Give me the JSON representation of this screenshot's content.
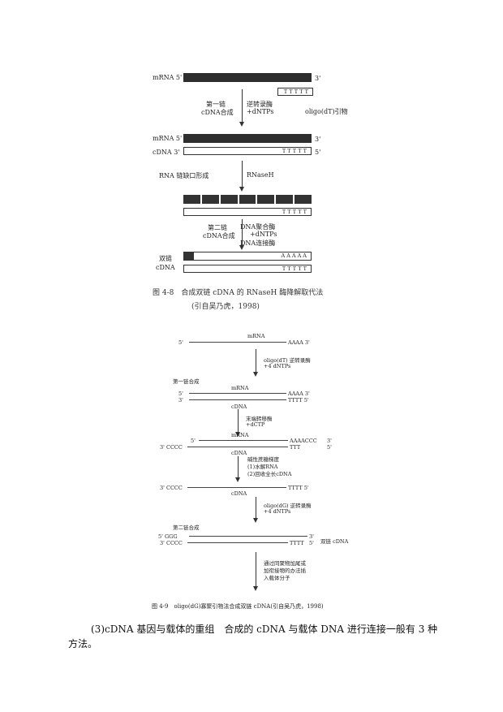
{
  "figure1": {
    "mrna_5": "mRNA 5'",
    "end_3": "3'",
    "end_5": "5'",
    "cdna_3": "cDNA 3'",
    "tttt": "TTTTT",
    "aaaa": "AAAAA",
    "oligo_primer": "oligo(dT)引物",
    "step1_left_a": "第一链",
    "step1_left_b": "cDNA合成",
    "step1_right_a": "逆转录酶",
    "step1_right_b": "+dNTPs",
    "step2_left": "RNA 链缺口形成",
    "step2_right": "RNaseH",
    "step3_left_a": "第二链",
    "step3_left_b": "cDNA合成",
    "step3_right_a": "DNA聚合酶",
    "step3_right_b": "+dNTPs",
    "step3_right_c": "DNA连接酶",
    "ds_label_a": "双链",
    "ds_label_b": "cDNA",
    "caption_a": "图 4-8　合成双链 cDNA 的 RNaseH 酶降解取代法",
    "caption_b": "(引自吴乃虎，1998)"
  },
  "figure2": {
    "mrna": "mRNA",
    "cdna": "cDNA",
    "p5": "5'",
    "p3": "3'",
    "aaaa3": "AAAA 3'",
    "aaaa": "AAAA",
    "tttt5": "TTTT 5'",
    "aaaaccc": "AAAACCC",
    "ttt": "TTT",
    "cccc": "3' CCCC",
    "ggg": "5'  GGG",
    "tttt": "TTTT",
    "s1_a": "oligo(dT) 逆转录酶",
    "s1_b": "+4 dNTPs",
    "first_strand": "第一链合成",
    "s2_a": "末端转移酶",
    "s2_b": "+dCTP",
    "s3_a": "碱性蔗糖梯度",
    "s3_b": "(1)水解RNA",
    "s3_c": "(2)回收全长cDNA",
    "s4_a": "oligo(dG) 逆转录酶",
    "s4_b": "+4 dNTPs",
    "second_strand": "第二链合成",
    "ds": "双链 cDNA",
    "s5_a": "通过同聚物加尾或",
    "s5_b": "加衔接物的办法插",
    "s5_c": "入载体分子",
    "caption": "图 4-9　oligo(dG)寡聚引物法合成双链 cDNA(引自吴乃虎，1998)"
  },
  "paragraph": {
    "text": "(3)cDNA 基因与载体的重组　合成的 cDNA 与载体 DNA 进行连接一般有 3 种方法。"
  }
}
